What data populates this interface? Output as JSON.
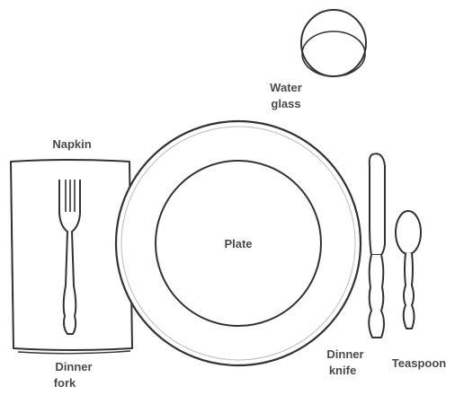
{
  "labels": {
    "water_glass_line1": "Water",
    "water_glass_line2": "glass",
    "napkin": "Napkin",
    "plate": "Plate",
    "dinner_fork_line1": "Dinner",
    "dinner_fork_line2": "fork",
    "dinner_knife_line1": "Dinner",
    "dinner_knife_line2": "knife",
    "teaspoon": "Teaspoon"
  },
  "colors": {
    "outline": "#333333",
    "label_text": "#4a4a4a",
    "fill": "#ffffff"
  }
}
